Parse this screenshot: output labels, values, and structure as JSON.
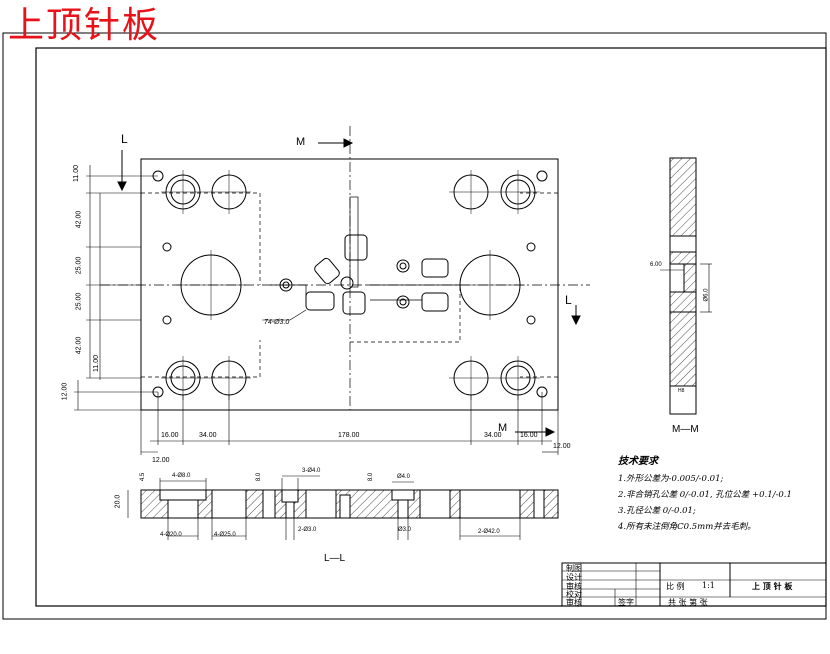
{
  "title": "上顶针板",
  "section_labels": {
    "top_l": "L",
    "top_m": "M",
    "right_l": "L",
    "bottom_m": "M",
    "mm": "M—M",
    "ll": "L—L"
  },
  "dims": {
    "v_11_top": "11.00",
    "v_42_top": "42.00",
    "v_25_a": "25.00",
    "v_25_b": "25.00",
    "v_42_bot": "42.00",
    "v_11_bot": "11.00",
    "v_12": "12.00",
    "h_16_a": "16.00",
    "h_34_a": "34.00",
    "h_178": "178.00",
    "h_34_b": "34.00",
    "h_16_b": "16.00",
    "h_12_l": "12.00",
    "h_12_r": "12.00",
    "hole_note": "74-Ø3.0",
    "mm_6": "6.00",
    "mm_d": "Ø6.0",
    "mm_h8": "H8",
    "ll_20": "20.0",
    "ll_4": "4.5",
    "ll_top1": "4-Ø8.0",
    "ll_top2": "3-Ø4.0",
    "ll_top3": "Ø4.0",
    "ll_bot1": "4-Ø20.0",
    "ll_bot2": "4-Ø25.0",
    "ll_bot3": "2-Ø3.0",
    "ll_bot4": "Ø3.0",
    "ll_bot5": "2-Ø42.0",
    "ll_s1": "8.0",
    "ll_s2": "8.0"
  },
  "tech_notes": {
    "title": "技术要求",
    "lines": [
      "1.外形公差为-0.005/-0.01;",
      "2.非合销孔公差 0/-0.01, 孔位公差 +0.1/-0.1",
      "3.孔径公差 0/-0.01;",
      "4.所有未注倒角C0.5mm并去毛刺。"
    ]
  },
  "title_block": {
    "r1": "制图",
    "r2": "设计",
    "r3": "审核",
    "r4": "校对",
    "r5": "审核",
    "sign": "签字",
    "scale_label": "比 例",
    "scale": "1:1",
    "part_name": "上 顶 针 板",
    "weight_row": "共 张 第 张"
  }
}
